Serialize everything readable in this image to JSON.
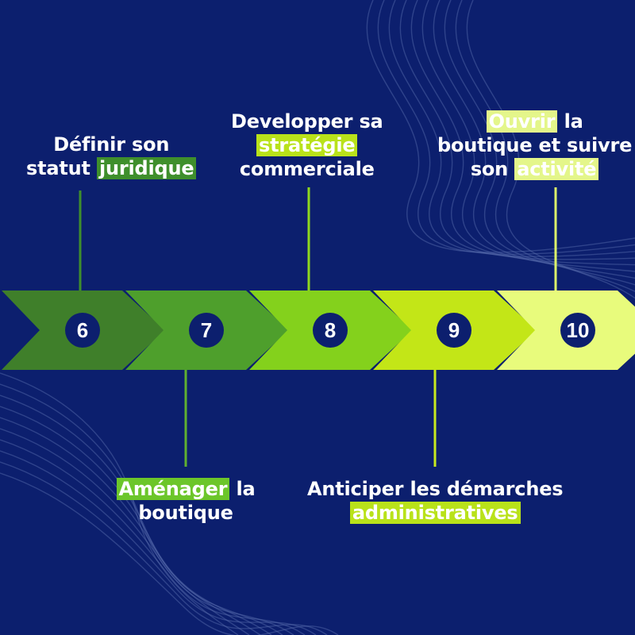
{
  "steps": [
    {
      "number": "6",
      "color": "#3f7f2a",
      "line_color": "#3f8f2c",
      "lines": [
        [
          "Définir son"
        ],
        [
          "statut ",
          {
            "hl": "juridique"
          }
        ]
      ],
      "position": "top"
    },
    {
      "number": "7",
      "color": "#4e9f2c",
      "line_color": "#5fb030",
      "lines": [
        [
          {
            "hl": "Aménager"
          },
          " la"
        ],
        [
          "boutique"
        ]
      ],
      "position": "bottom"
    },
    {
      "number": "8",
      "color": "#84d11c",
      "line_color": "#8fd81e",
      "lines": [
        [
          "Developper sa"
        ],
        [
          {
            "hl": "stratégie"
          }
        ],
        [
          "commerciale"
        ]
      ],
      "position": "top"
    },
    {
      "number": "9",
      "color": "#c3e617",
      "line_color": "#c8ea1e",
      "lines": [
        [
          "Anticiper les démarches"
        ],
        [
          {
            "hl": "administratives"
          }
        ]
      ],
      "position": "bottom"
    },
    {
      "number": "10",
      "color": "#e8fb7c",
      "line_color": "#dcf36a",
      "lines": [
        [
          {
            "hl": "Ouvrir"
          },
          " la"
        ],
        [
          "boutique et suivre"
        ],
        [
          "son ",
          {
            "hl": "activité"
          }
        ]
      ],
      "position": "top"
    }
  ],
  "colors": {
    "background": "#0c1f6e",
    "circle": "#0c1f6e",
    "text": "#ffffff"
  }
}
